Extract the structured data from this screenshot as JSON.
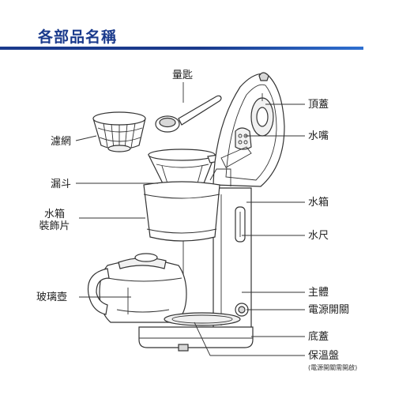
{
  "header": {
    "title": "各部品名稱"
  },
  "labels": {
    "measuring_spoon": "量匙",
    "filter": "濾網",
    "funnel": "漏斗",
    "tank_trim_line1": "水箱",
    "tank_trim_line2": "裝飾片",
    "glass_carafe": "玻璃壺",
    "top_lid": "頂蓋",
    "spout": "水嘴",
    "water_tank": "水箱",
    "water_gauge": "水尺",
    "main_body": "主體",
    "power_switch": "電源開關",
    "base_cover": "底蓋",
    "warming_plate": "保溫盤",
    "warming_plate_note": "(電源開關需開啟)"
  },
  "colors": {
    "title": "#1a3a8c",
    "bar_accent": "#2e6fd0"
  }
}
